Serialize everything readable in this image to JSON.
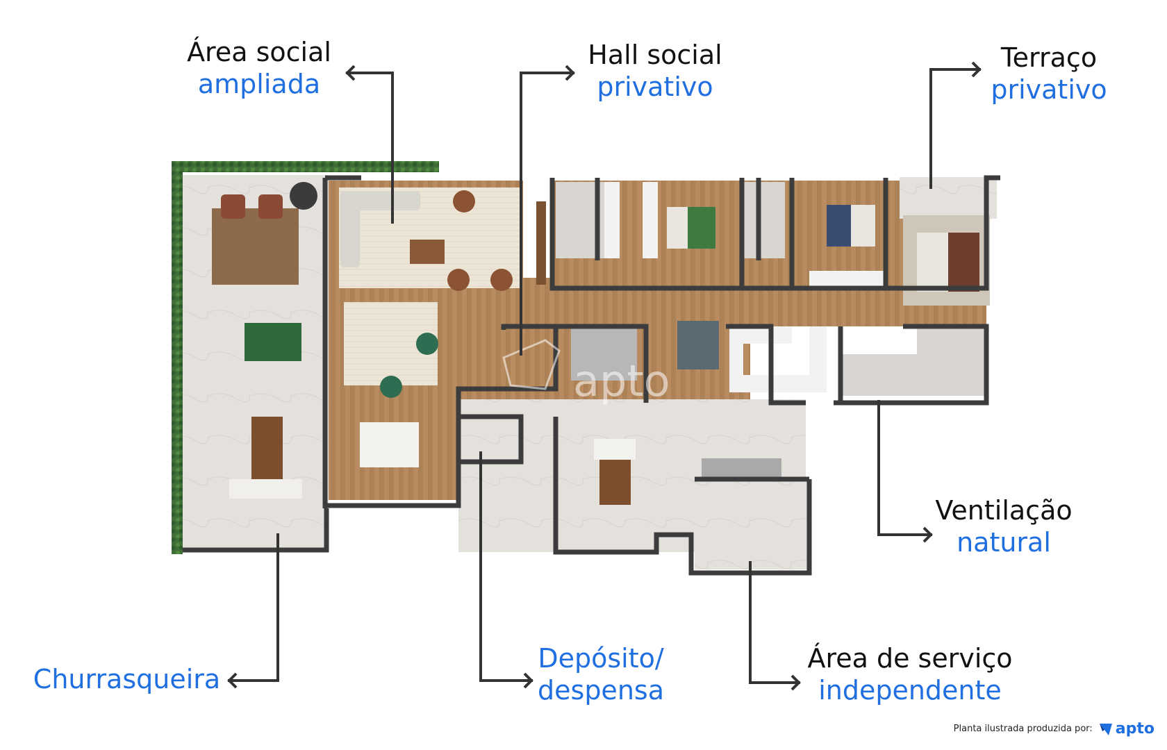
{
  "labels": {
    "area_social": {
      "line1": "Área social",
      "line2": "ampliada"
    },
    "hall_social": {
      "line1": "Hall social",
      "line2": "privativo"
    },
    "terraco": {
      "line1": "Terraço",
      "line2": "privativo"
    },
    "ventilacao": {
      "line1": "Ventilação",
      "line2": "natural"
    },
    "churrasqueira": {
      "line1": "Churrasqueira"
    },
    "deposito": {
      "line1": "Depósito/",
      "line2": "despensa"
    },
    "area_servico": {
      "line1": "Área de serviço",
      "line2": "independente"
    }
  },
  "watermark": "apto",
  "credit": {
    "text": "Planta ilustrada produzida por:",
    "brand": "apto"
  },
  "colors": {
    "accent_blue": "#1f6fe0",
    "text_dark": "#111111",
    "wall": "#3c3c3c",
    "wood_floor": "#b58a5e",
    "stone_floor": "#e2ddd7",
    "hedge": "#3d6b34"
  }
}
